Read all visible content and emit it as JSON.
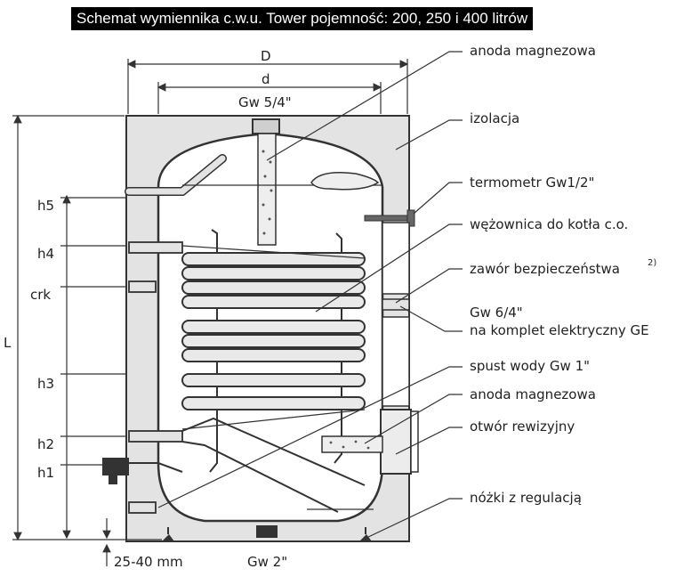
{
  "title": "Schemat wymiennika c.w.u. Tower pojemność: 200, 250 i 400 litrów",
  "dimensions": {
    "D": "D",
    "d": "d",
    "top_connection": "Gw 5/4\"",
    "L": "L",
    "bottom_gap": "25-40 mm",
    "bottom_connection": "Gw 2\""
  },
  "heights": [
    "h5",
    "h4",
    "crk",
    "h3",
    "h2",
    "h1"
  ],
  "callouts": {
    "anode_top": "anoda magnezowa",
    "insulation": "izolacja",
    "thermometer": "termometr Gw1/2\"",
    "coil": "wężownica do kotła c.o.",
    "safety_valve": "zawór bezpieczeństwa",
    "safety_valve_note": "2)",
    "electric_line1": "Gw 6/4\"",
    "electric_line2": "na komplet elektryczny GE",
    "drain": "spust wody Gw 1\"",
    "anode_bottom": "anoda magnezowa",
    "inspection": "otwór rewizyjny",
    "feet": "nóżki z regulacją"
  }
}
